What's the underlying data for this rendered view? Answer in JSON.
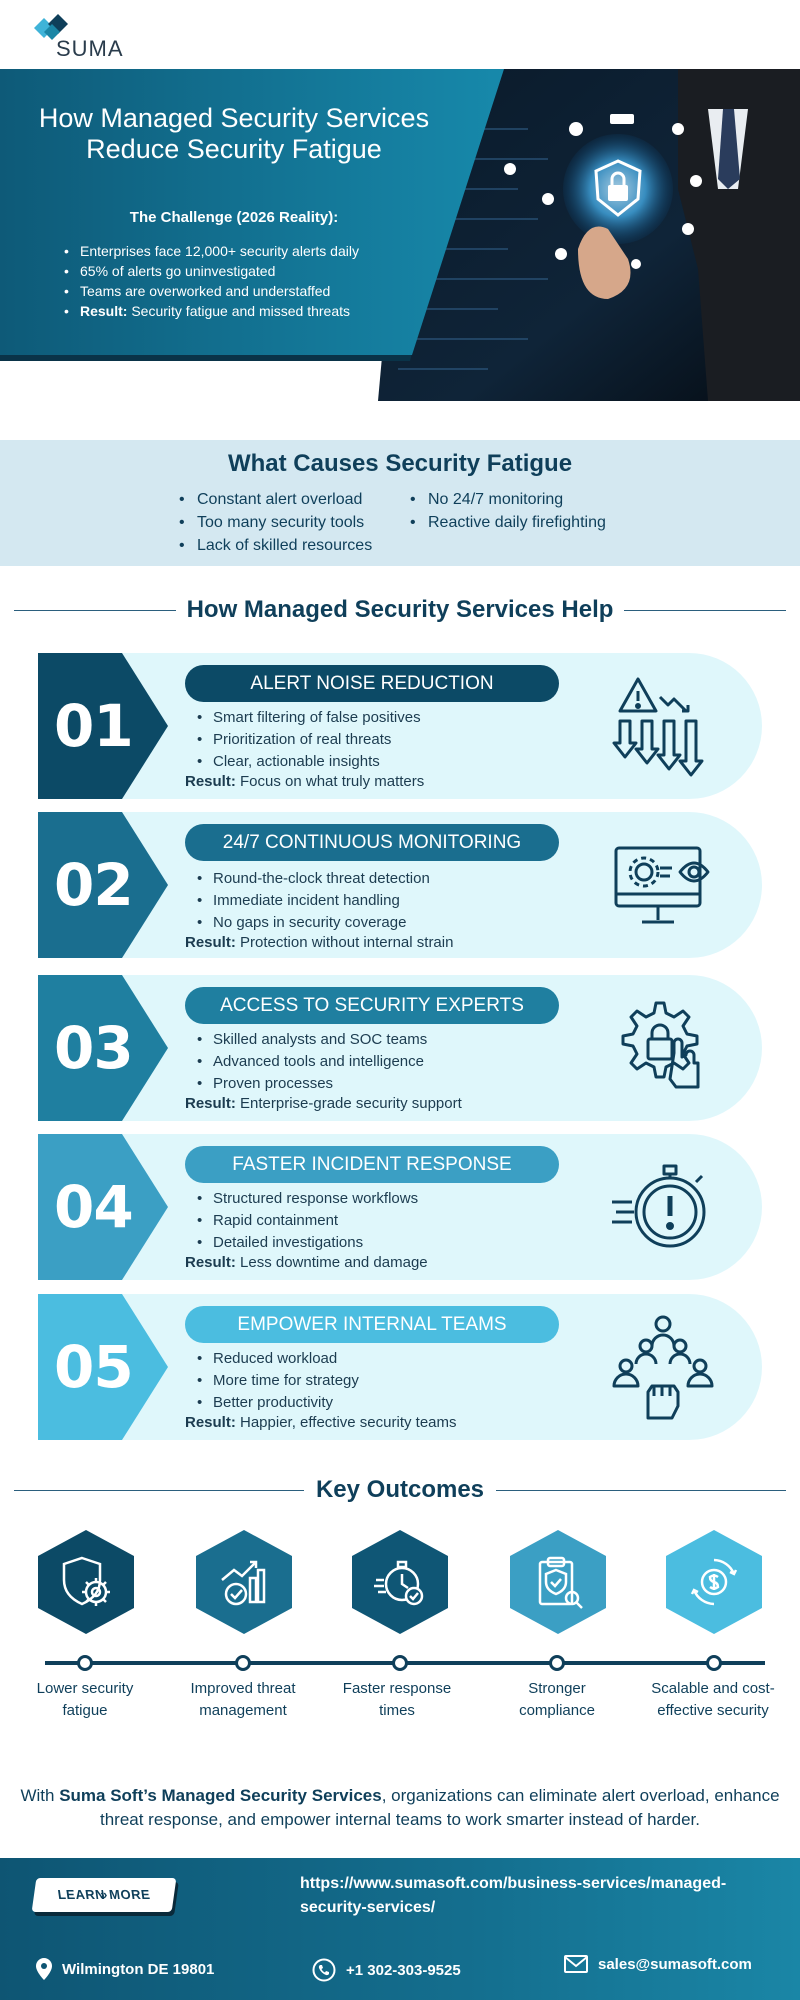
{
  "brand": {
    "name": "SUMA"
  },
  "hero": {
    "title_line1": "How Managed Security Services",
    "title_line2": "Reduce Security Fatigue",
    "subtitle": "The Challenge (2026 Reality):",
    "bullets": [
      "Enterprises face 12,000+ security alerts daily",
      "65% of alerts go uninvestigated",
      "Teams are overworked and understaffed"
    ],
    "result_label": "Result:",
    "result_text": " Security fatigue and missed threats"
  },
  "causes": {
    "title": "What Causes Security Fatigue",
    "left": [
      "Constant alert overload",
      "Too many security tools",
      "Lack of skilled resources"
    ],
    "right": [
      "No 24/7 monitoring",
      "Reactive daily firefighting"
    ]
  },
  "help": {
    "title": "How Managed Security Services Help",
    "cards": [
      {
        "num": "01",
        "title": "ALERT NOISE REDUCTION",
        "items": [
          "Smart filtering of false positives",
          "Prioritization of real threats",
          "Clear, actionable insights"
        ],
        "result_label": "Result:",
        "result_text": " Focus on what truly matters",
        "icon": "alert-funnel-icon"
      },
      {
        "num": "02",
        "title": "24/7 CONTINUOUS MONITORING",
        "items": [
          "Round-the-clock threat detection",
          "Immediate incident handling",
          "No gaps in security coverage"
        ],
        "result_label": "Result:",
        "result_text": " Protection without internal strain",
        "icon": "monitor-eye-icon"
      },
      {
        "num": "03",
        "title": "ACCESS TO SECURITY EXPERTS",
        "items": [
          "Skilled analysts and SOC teams",
          "Advanced tools and intelligence",
          "Proven processes"
        ],
        "result_label": "Result:",
        "result_text": " Enterprise-grade security support",
        "icon": "gear-lock-hand-icon"
      },
      {
        "num": "04",
        "title": "FASTER INCIDENT RESPONSE",
        "items": [
          "Structured response workflows",
          "Rapid containment",
          "Detailed investigations"
        ],
        "result_label": "Result:",
        "result_text": " Less downtime and damage",
        "icon": "stopwatch-alert-icon"
      },
      {
        "num": "05",
        "title": "EMPOWER INTERNAL TEAMS",
        "items": [
          "Reduced workload",
          "More time for strategy",
          "Better productivity"
        ],
        "result_label": "Result:",
        "result_text": " Happier, effective security teams",
        "icon": "team-fist-icon"
      }
    ],
    "colors": [
      "#0c4a66",
      "#1a6e8f",
      "#1f7fa0",
      "#3b9fc4",
      "#4bbde0"
    ]
  },
  "outcomes": {
    "title": "Key Outcomes",
    "items": [
      {
        "line1": "Lower security",
        "line2": "fatigue",
        "icon": "shield-gear-icon",
        "color": "#0c4a66"
      },
      {
        "line1": "Improved threat",
        "line2": "management",
        "icon": "chart-check-icon",
        "color": "#1a6e8f"
      },
      {
        "line1": "Faster response",
        "line2": "times",
        "icon": "stopwatch-check-icon",
        "color": "#0f5675"
      },
      {
        "line1": "Stronger",
        "line2": "compliance",
        "icon": "clipboard-shield-icon",
        "color": "#3b9fc4"
      },
      {
        "line1": "Scalable and cost-",
        "line2": "effective security",
        "icon": "dollar-gear-icon",
        "color": "#4bbde0"
      }
    ]
  },
  "closing": {
    "pre": "With ",
    "bold": "Suma Soft’s Managed Security Services",
    "post": ", organizations can eliminate alert overload, enhance threat response, and empower internal teams to work smarter instead of harder."
  },
  "footer": {
    "learn_more": "LEARN MORE",
    "url": "https://www.sumasoft.com/business-services/managed-security-services/",
    "location": "Wilmington DE 19801",
    "phone": "+1 302-303-9525",
    "email": "sales@sumasoft.com"
  }
}
